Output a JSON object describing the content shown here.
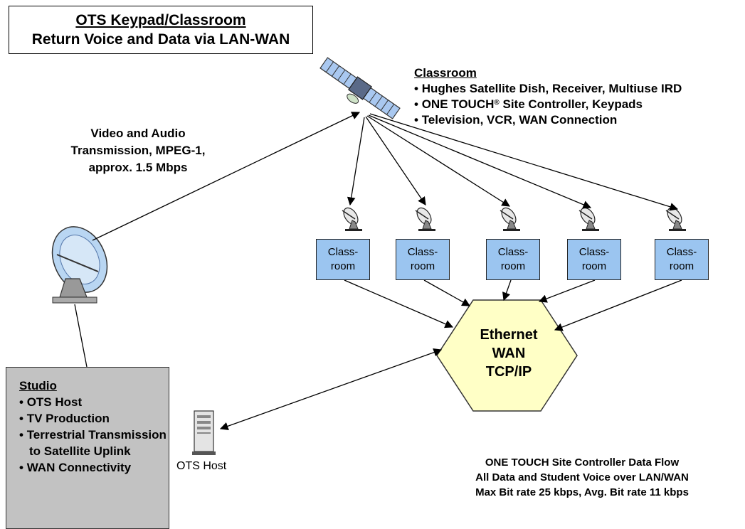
{
  "title": {
    "line1": "OTS Keypad/Classroom",
    "line2": "Return Voice and Data via LAN-WAN"
  },
  "classroom_info": {
    "heading": "Classroom",
    "items": [
      "Hughes Satellite Dish, Receiver, Multiuse IRD",
      "Site Controller, Keypads",
      "Television, VCR, WAN Connection"
    ],
    "brand": "ONE TOUCH",
    "brand_mark": "®"
  },
  "video_label": {
    "line1": "Video and Audio",
    "line2": "Transmission, MPEG-1,",
    "line3": "approx. 1.5 Mbps"
  },
  "classrooms": [
    {
      "line1": "Class-",
      "line2": "room"
    },
    {
      "line1": "Class-",
      "line2": "room"
    },
    {
      "line1": "Class-",
      "line2": "room"
    },
    {
      "line1": "Class-",
      "line2": "room"
    },
    {
      "line1": "Class-",
      "line2": "room"
    }
  ],
  "ethernet": {
    "line1": "Ethernet",
    "line2": "WAN",
    "line3": "TCP/IP"
  },
  "studio": {
    "heading": "Studio",
    "items": [
      "OTS Host",
      "TV Production",
      "Terrestrial Transmission to Satellite Uplink",
      "WAN Connectivity"
    ]
  },
  "host_label": "OTS Host",
  "flow_caption": {
    "line1": "ONE TOUCH Site Controller Data Flow",
    "line2": "All Data and Student Voice over LAN/WAN",
    "line3": "Max Bit rate 25  kbps, Avg. Bit rate 11 kbps"
  },
  "colors": {
    "classroom_fill": "#9bc5f0",
    "ethernet_fill": "#ffffc6",
    "studio_fill": "#c2c2c2",
    "dish_fill": "#b9d6f2"
  }
}
